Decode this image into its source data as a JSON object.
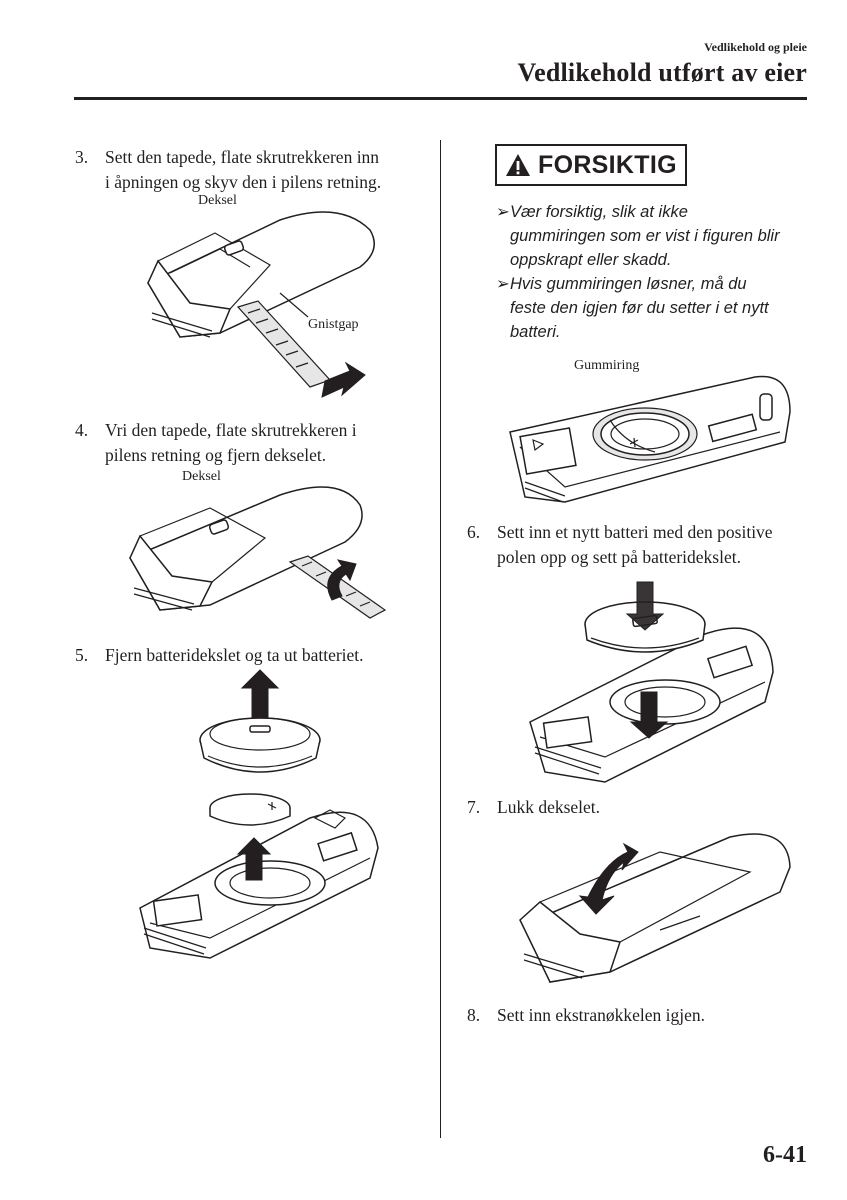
{
  "header": {
    "section": "Vedlikehold og pleie",
    "title": "Vedlikehold utført av eier"
  },
  "left": {
    "step3": {
      "num": "3.",
      "line1": "Sett den tapede, flate skrutrekkeren inn",
      "line2": "i åpningen og skyv den i pilens retning.",
      "label_cover": "Deksel",
      "label_gap": "Gnistgap"
    },
    "step4": {
      "num": "4.",
      "line1": "Vri den tapede, flate skrutrekkeren i",
      "line2": "pilens retning og fjern dekselet.",
      "label_cover": "Deksel"
    },
    "step5": {
      "num": "5.",
      "line1": "Fjern batteridekslet og ta ut batteriet."
    }
  },
  "right": {
    "caution": {
      "word": "FORSIKTIG",
      "bullets": [
        {
          "lines": [
            "Vær forsiktig, slik at ikke",
            "gummiringen som er vist i figuren blir",
            "oppskrapt eller skadd."
          ]
        },
        {
          "lines": [
            "Hvis gummiringen løsner, må du",
            "feste den igjen før du setter i et nytt",
            "batteri."
          ]
        }
      ],
      "label_ring": "Gummiring"
    },
    "step6": {
      "num": "6.",
      "line1": "Sett inn et nytt batteri med den positive",
      "line2": "polen opp og sett på batteridekslet."
    },
    "step7": {
      "num": "7.",
      "line1": "Lukk dekselet."
    },
    "step8": {
      "num": "8.",
      "line1": "Sett inn ekstranøkkelen igjen."
    }
  },
  "footer": {
    "page": "6-41"
  }
}
